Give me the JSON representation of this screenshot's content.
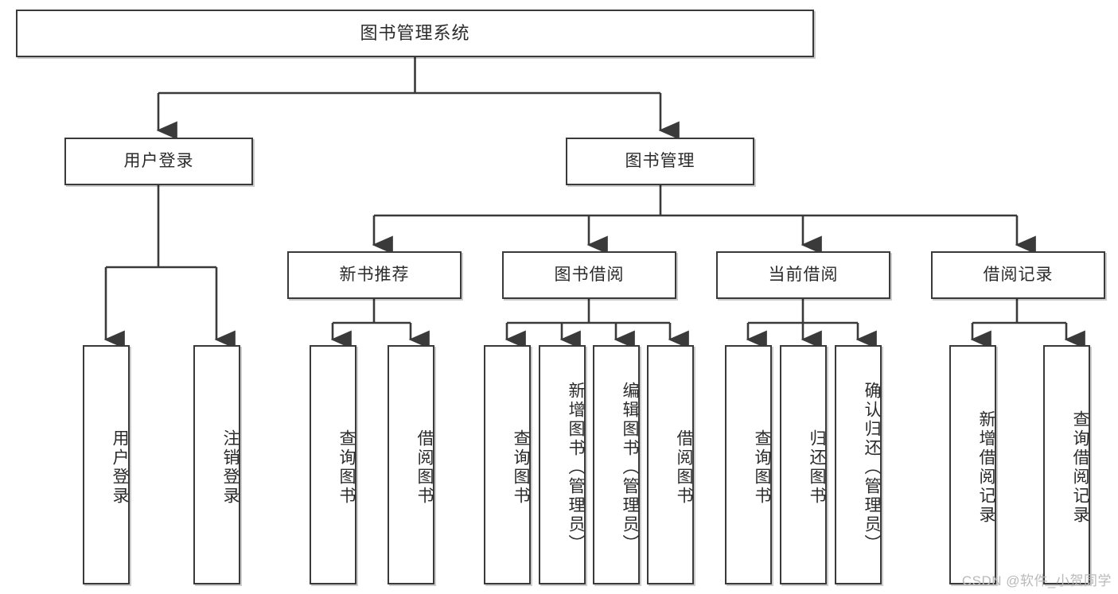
{
  "diagram": {
    "type": "tree",
    "title": "图书管理系统",
    "watermark": "CSDN @软件_小贺同学",
    "colors": {
      "box_border": "#3a3a3a",
      "box_fill": "#ffffff",
      "connector": "#3a3a3a",
      "text": "#2b2b2b",
      "watermark": "#b9b9b9"
    },
    "levels": {
      "level1": [
        {
          "id": "root",
          "label": "图书管理系统"
        }
      ],
      "level2": [
        {
          "id": "user-login",
          "label": "用户登录",
          "parent": "root"
        },
        {
          "id": "book-manage",
          "label": "图书管理",
          "parent": "root"
        }
      ],
      "level3": [
        {
          "id": "new-book-rec",
          "label": "新书推荐",
          "parent": "book-manage"
        },
        {
          "id": "book-borrow",
          "label": "图书借阅",
          "parent": "book-manage"
        },
        {
          "id": "current-borrow",
          "label": "当前借阅",
          "parent": "book-manage"
        },
        {
          "id": "borrow-record",
          "label": "借阅记录",
          "parent": "book-manage"
        }
      ],
      "leaves": [
        {
          "id": "leaf-user-login",
          "label": "用户登录",
          "parent": "user-login"
        },
        {
          "id": "leaf-logout",
          "label": "注销登录",
          "parent": "user-login"
        },
        {
          "id": "leaf-query-book-1",
          "label": "查询图书",
          "parent": "new-book-rec"
        },
        {
          "id": "leaf-borrow-book-1",
          "label": "借阅图书",
          "parent": "new-book-rec"
        },
        {
          "id": "leaf-query-book-2",
          "label": "查询图书",
          "parent": "book-borrow"
        },
        {
          "id": "leaf-add-book",
          "label": "新增图书（管理员）",
          "parent": "book-borrow"
        },
        {
          "id": "leaf-edit-book",
          "label": "编辑图书（管理员）",
          "parent": "book-borrow"
        },
        {
          "id": "leaf-borrow-book-2",
          "label": "借阅图书",
          "parent": "book-borrow"
        },
        {
          "id": "leaf-query-book-3",
          "label": "查询图书",
          "parent": "current-borrow"
        },
        {
          "id": "leaf-return-book",
          "label": "归还图书",
          "parent": "current-borrow"
        },
        {
          "id": "leaf-confirm-return",
          "label": "确认归还（管理员）",
          "parent": "current-borrow"
        },
        {
          "id": "leaf-add-record",
          "label": "新增借阅记录",
          "parent": "borrow-record"
        },
        {
          "id": "leaf-query-record",
          "label": "查询借阅记录",
          "parent": "borrow-record"
        }
      ]
    }
  }
}
